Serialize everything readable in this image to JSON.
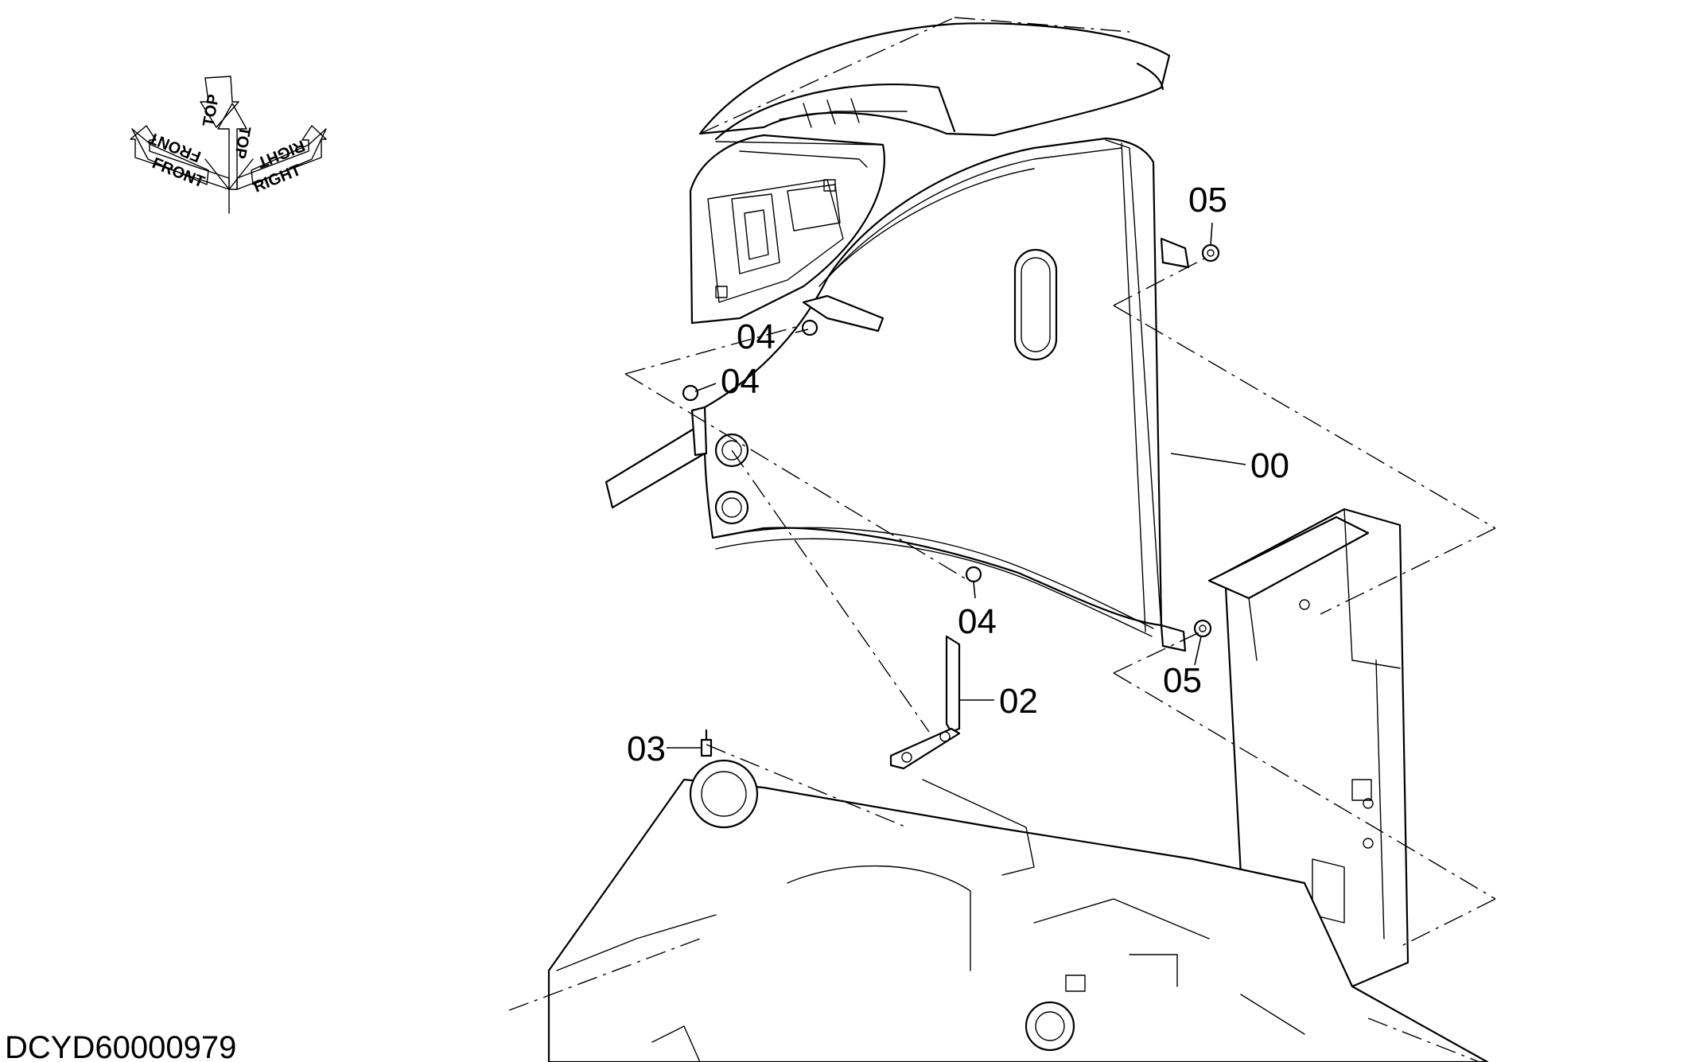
{
  "drawing_code": "DCYD60000979",
  "orientation": {
    "front": "FRONT",
    "top": "TOP",
    "right": "RIGHT"
  },
  "callouts": {
    "c00": "00",
    "c02": "02",
    "c03": "03",
    "c04a": "04",
    "c04b": "04",
    "c04c": "04",
    "c05a": "05",
    "c05b": "05"
  }
}
